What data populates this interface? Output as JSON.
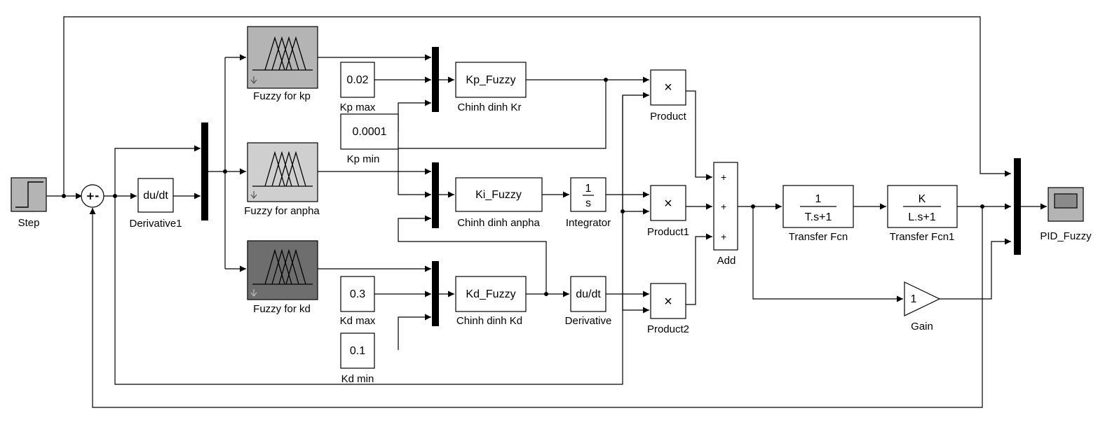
{
  "diagram": {
    "step": {
      "label": "Step"
    },
    "sum": {
      "signs": "+-"
    },
    "derivative1": {
      "text": "du/dt",
      "label": "Derivative1"
    },
    "fuzzy_kp": {
      "label": "Fuzzy for kp",
      "color": "#b4b4b4"
    },
    "fuzzy_anpha": {
      "label": "Fuzzy for anpha",
      "color": "#cfcfcf"
    },
    "fuzzy_kd": {
      "label": "Fuzzy for kd",
      "color": "#6e6e6e"
    },
    "kp_max": {
      "value": "0.02",
      "label": "Kp max"
    },
    "kp_min": {
      "value": "0.0001",
      "label": "Kp min"
    },
    "kd_max": {
      "value": "0.3",
      "label": "Kd max"
    },
    "kd_min": {
      "value": "0.1",
      "label": "Kd min"
    },
    "kp_fuzzy": {
      "text": "Kp_Fuzzy",
      "label": "Chinh dinh Kr"
    },
    "ki_fuzzy": {
      "text": "Ki_Fuzzy",
      "label": "Chinh dinh anpha"
    },
    "kd_fuzzy": {
      "text": "Kd_Fuzzy",
      "label": "Chinh dinh Kd"
    },
    "integrator": {
      "num": "1",
      "den": "s",
      "label": "Integrator"
    },
    "derivative": {
      "text": "du/dt",
      "label": "Derivative"
    },
    "product": {
      "symbol": "×",
      "label": "Product"
    },
    "product1": {
      "symbol": "×",
      "label": "Product1"
    },
    "product2": {
      "symbol": "×",
      "label": "Product2"
    },
    "add": {
      "signs": [
        "+",
        "+",
        "+"
      ],
      "label": "Add"
    },
    "tf": {
      "num": "1",
      "den": "T.s+1",
      "label": "Transfer Fcn"
    },
    "tf1": {
      "num": "K",
      "den": "L.s+1",
      "label": "Transfer Fcn1"
    },
    "gain": {
      "value": "1",
      "label": "Gain"
    },
    "scope": {
      "label": "PID_Fuzzy"
    }
  }
}
